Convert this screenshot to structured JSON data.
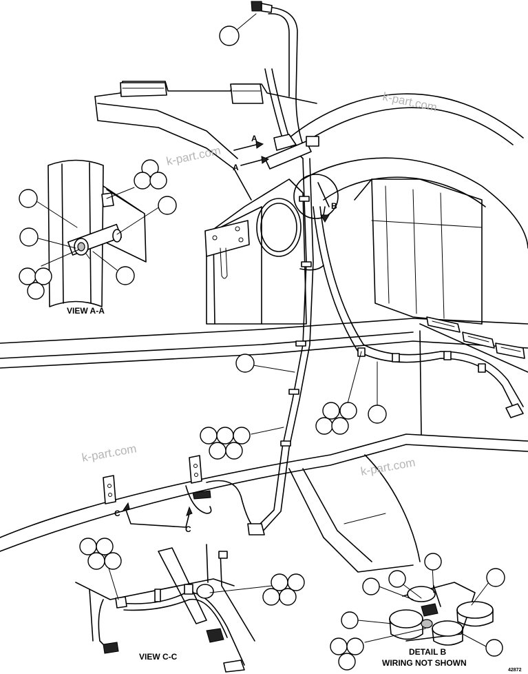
{
  "labels": {
    "view_a": "VIEW A-A",
    "view_c": "VIEW C-C",
    "detail_b_1": "DETAIL B",
    "detail_b_2": "WIRING NOT SHOWN",
    "arrow_a": "A",
    "arrow_b": "B",
    "arrow_c": "C",
    "ref_number": "42872"
  },
  "watermark": "k-part.com"
}
